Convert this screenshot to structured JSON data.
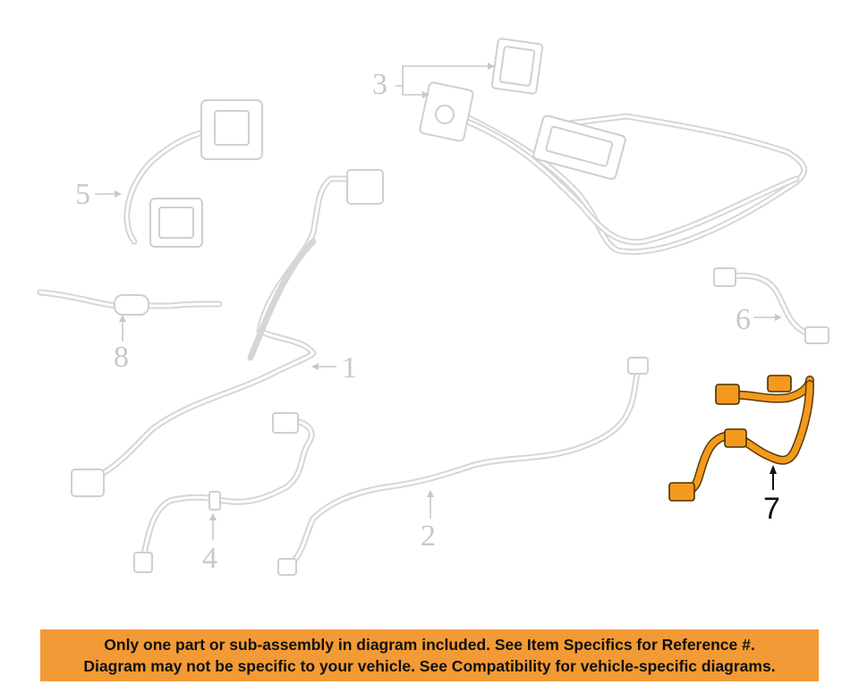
{
  "callouts": {
    "c1": "1",
    "c2": "2",
    "c3": "3",
    "c4": "4",
    "c5": "5",
    "c6": "6",
    "c7": "7",
    "c8": "8"
  },
  "highlighted_part": "7",
  "colors": {
    "highlight": "#f39a1e",
    "ghost": "#d6d6d6",
    "banner": "#f29a35"
  },
  "disclaimer": {
    "line1": "Only one part or sub-assembly in diagram included. See Item Specifics for Reference #.",
    "line2": "Diagram may not be specific to your vehicle. See Compatibility for vehicle-specific diagrams."
  }
}
